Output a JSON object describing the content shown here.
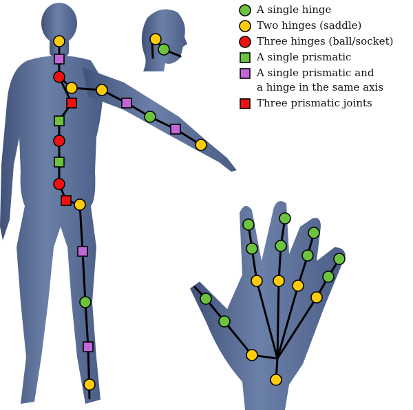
{
  "colors": {
    "body_fill": "#5b6f96",
    "body_shade": "#41527a",
    "bone": "#000000",
    "hinge": "#6cc340",
    "saddle": "#ffcc0c",
    "ball_socket": "#ee1111",
    "prismatic": "#6cc340",
    "prismatic_hinge": "#c266d8",
    "three_prismatic": "#ee1111"
  },
  "joint_types": {
    "hinge": {
      "shape": "circle",
      "color": "#6cc340"
    },
    "saddle": {
      "shape": "circle",
      "color": "#ffcc0c"
    },
    "ball": {
      "shape": "circle",
      "color": "#ee1111"
    },
    "prismatic": {
      "shape": "square",
      "color": "#6cc340"
    },
    "prismatic_hinge": {
      "shape": "square",
      "color": "#c266d8"
    },
    "three_prismatic": {
      "shape": "square",
      "color": "#ee1111"
    }
  },
  "legend": [
    {
      "type": "hinge",
      "label": "A single hinge"
    },
    {
      "type": "saddle",
      "label": "Two hinges (saddle)"
    },
    {
      "type": "ball",
      "label": "Three hinges (ball/socket)"
    },
    {
      "type": "prismatic",
      "label": "A single prismatic"
    },
    {
      "type": "prismatic_hinge",
      "label": "A single prismatic and\na hinge in the same axis"
    },
    {
      "type": "three_prismatic",
      "label": "Three prismatic joints"
    }
  ]
}
